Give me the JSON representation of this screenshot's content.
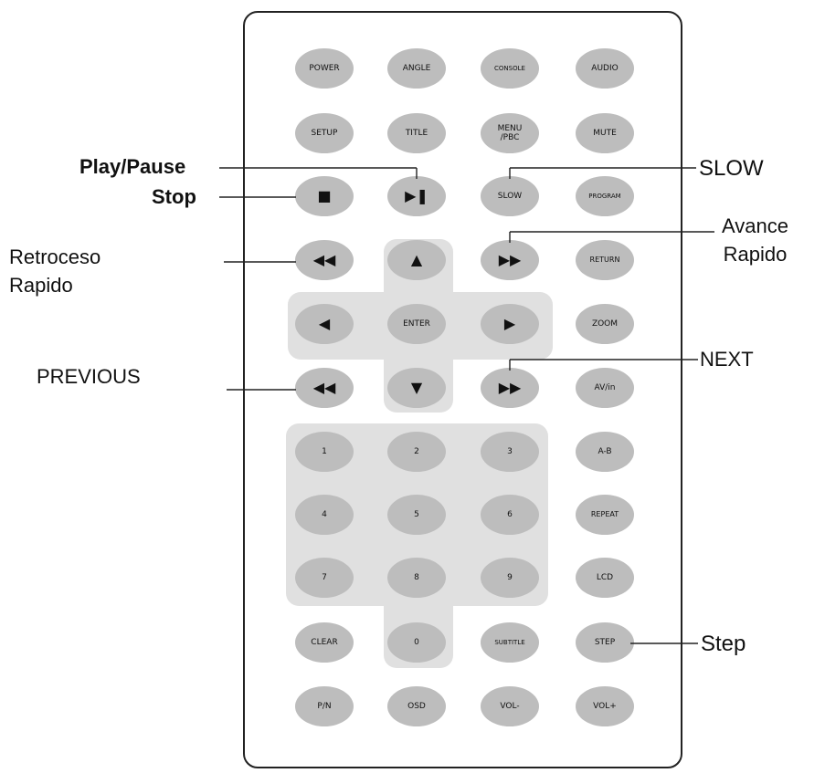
{
  "buttons": {
    "power": "POWER",
    "angle": "ANGLE",
    "console": "CONSOLE",
    "audio": "AUDIO",
    "setup": "SETUP",
    "title": "TITLE",
    "menu_pbc": "MENU\n/PBC",
    "mute": "MUTE",
    "stop": "■",
    "play_pause": "▶❚",
    "slow": "SLOW",
    "program": "PROGRAM",
    "rewind": "◀◀",
    "up": "▲",
    "fast_forward": "▶▶",
    "return": "RETURN",
    "left": "◀",
    "enter": "ENTER",
    "right": "▶",
    "zoom": "ZOOM",
    "previous": "◀◀",
    "down": "▼",
    "next": "▶▶",
    "av_in": "AV/in",
    "n1": "1",
    "n2": "2",
    "n3": "3",
    "a_b": "A-B",
    "n4": "4",
    "n5": "5",
    "n6": "6",
    "repeat": "REPEAT",
    "n7": "7",
    "n8": "8",
    "n9": "9",
    "lcd": "LCD",
    "clear": "CLEAR",
    "n0": "0",
    "subtitle": "SUBTITLE",
    "step": "STEP",
    "p_n": "P/N",
    "osd": "OSD",
    "vol_minus": "VOL-",
    "vol_plus": "VOL+"
  },
  "callouts": {
    "play_pause": "Play/Pause",
    "stop": "Stop",
    "slow": "SLOW",
    "rewind": "Retroceso\nRapido",
    "fast_forward": "Avance\nRapido",
    "previous": "PREVIOUS",
    "next": "NEXT",
    "step": "Step"
  },
  "colors": {
    "button": "#bdbdbd",
    "pad": "#e0e0e0",
    "outline": "#222222"
  }
}
